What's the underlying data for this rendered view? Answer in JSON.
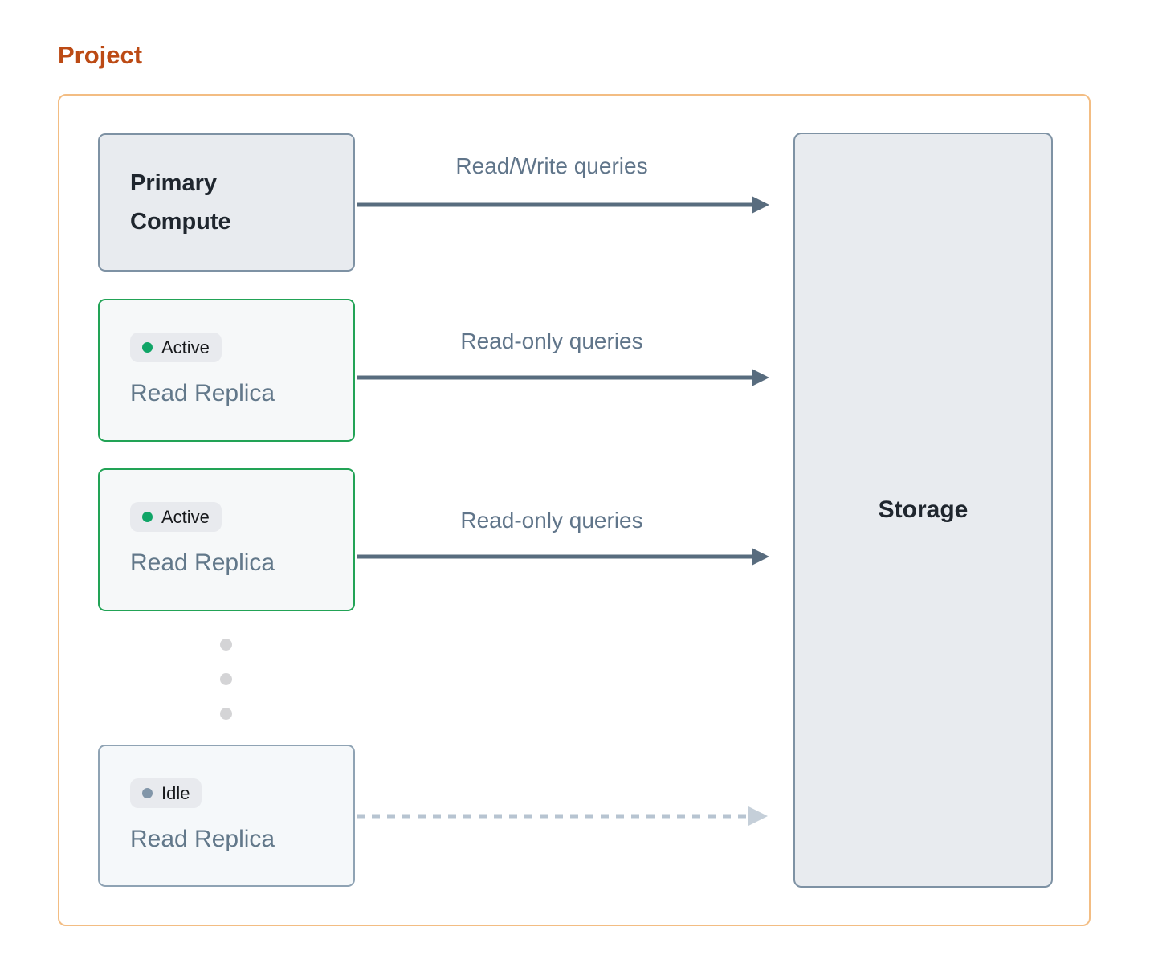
{
  "page": {
    "title": "Project"
  },
  "diagram": {
    "primary_compute": {
      "label": "Primary Compute"
    },
    "replicas": [
      {
        "status": "Active",
        "label": "Read Replica"
      },
      {
        "status": "Active",
        "label": "Read Replica"
      },
      {
        "status": "Idle",
        "label": "Read Replica"
      }
    ],
    "storage": {
      "label": "Storage"
    },
    "edges": [
      {
        "from": "primary-compute",
        "to": "storage",
        "label": "Read/Write queries",
        "style": "solid"
      },
      {
        "from": "read-replica-1",
        "to": "storage",
        "label": "Read-only queries",
        "style": "solid"
      },
      {
        "from": "read-replica-2",
        "to": "storage",
        "label": "Read-only queries",
        "style": "solid"
      },
      {
        "from": "read-replica-idle",
        "to": "storage",
        "label": "",
        "style": "dashed"
      }
    ],
    "ellipsis_meaning": "more replicas"
  },
  "colors": {
    "title_text": "#bc4a14",
    "project_border": "#f3bd83",
    "node_fill": "#e8ebef",
    "node_border": "#7e92a4",
    "replica_fill": "#f6f8f9",
    "active_border": "#22a356",
    "idle_border": "#8fa3b4",
    "badge_bg": "#e8eaee",
    "active_dot": "#10a567",
    "idle_dot": "#8296a9",
    "arrow_solid": "#586c7e",
    "arrow_dashed": "#b7c4d1",
    "edge_label_text": "#60758a",
    "replica_label_text": "#62788a",
    "dark_text": "#1f262e",
    "ellipsis_dot": "#d4d4d6"
  }
}
